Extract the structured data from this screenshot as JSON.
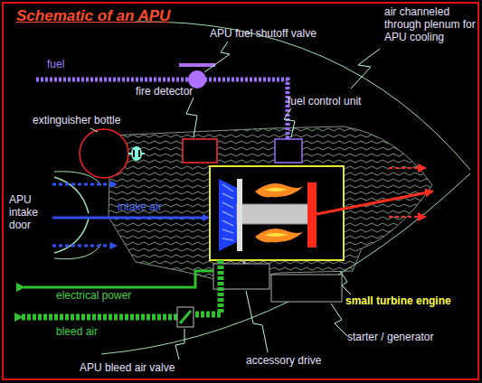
{
  "diagram": {
    "title": "Schematic of an APU",
    "labels": [
      "APU fuel shutoff valve",
      "air channeled through plenum for APU cooling",
      "fuel",
      "fire detector",
      "fuel control unit",
      "extinguisher bottle",
      "APU intake door",
      "intake air",
      "electrical power",
      "small turbine engine",
      "bleed air",
      "starter / generator",
      "APU bleed air valve",
      "accessory drive"
    ]
  }
}
